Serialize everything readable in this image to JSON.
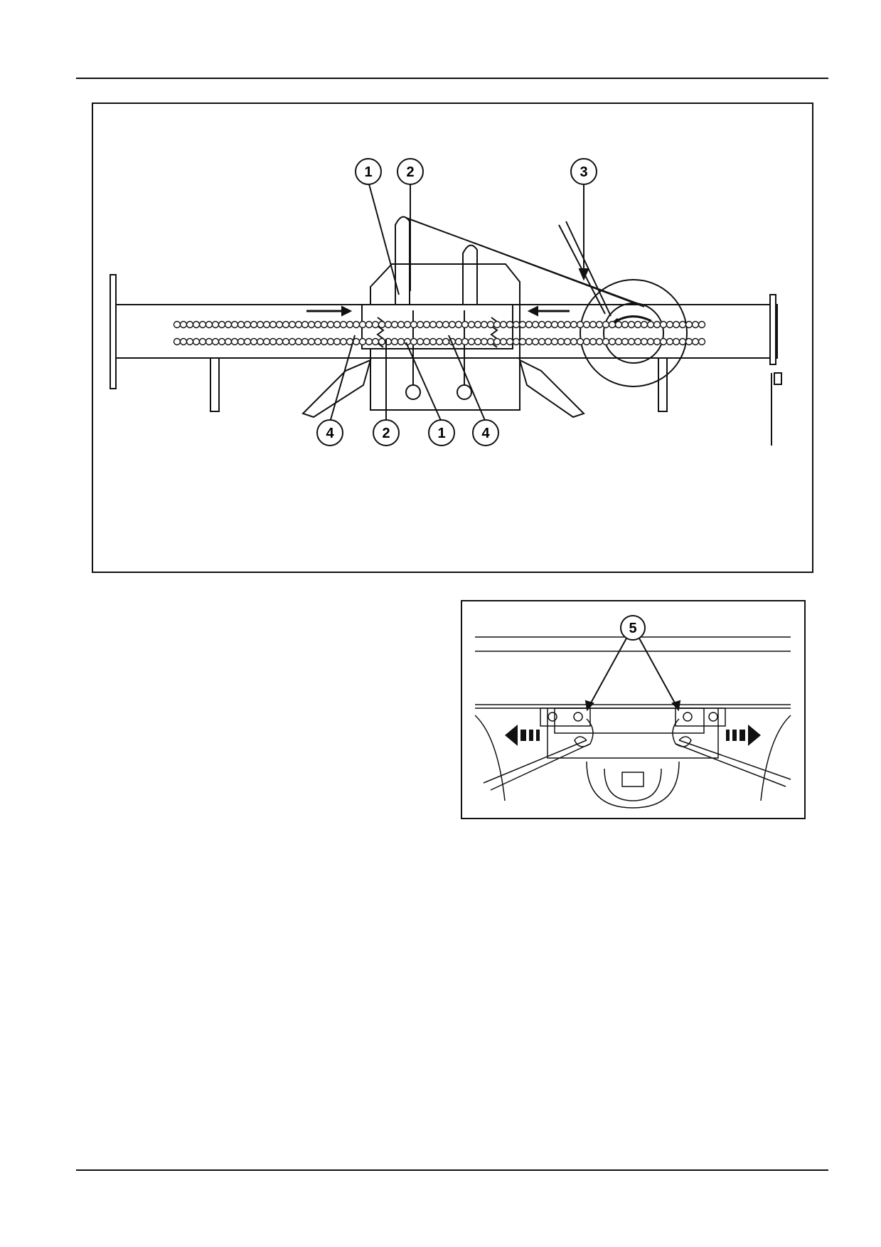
{
  "page": {
    "has_header_rule": true,
    "has_footer_rule": true
  },
  "figure_main": {
    "callouts": [
      "1",
      "2",
      "3",
      "4",
      "2",
      "1",
      "4"
    ]
  },
  "figure_detail": {
    "callouts": [
      "5"
    ]
  },
  "colors": {
    "ink": "#111111",
    "paper": "#ffffff"
  }
}
